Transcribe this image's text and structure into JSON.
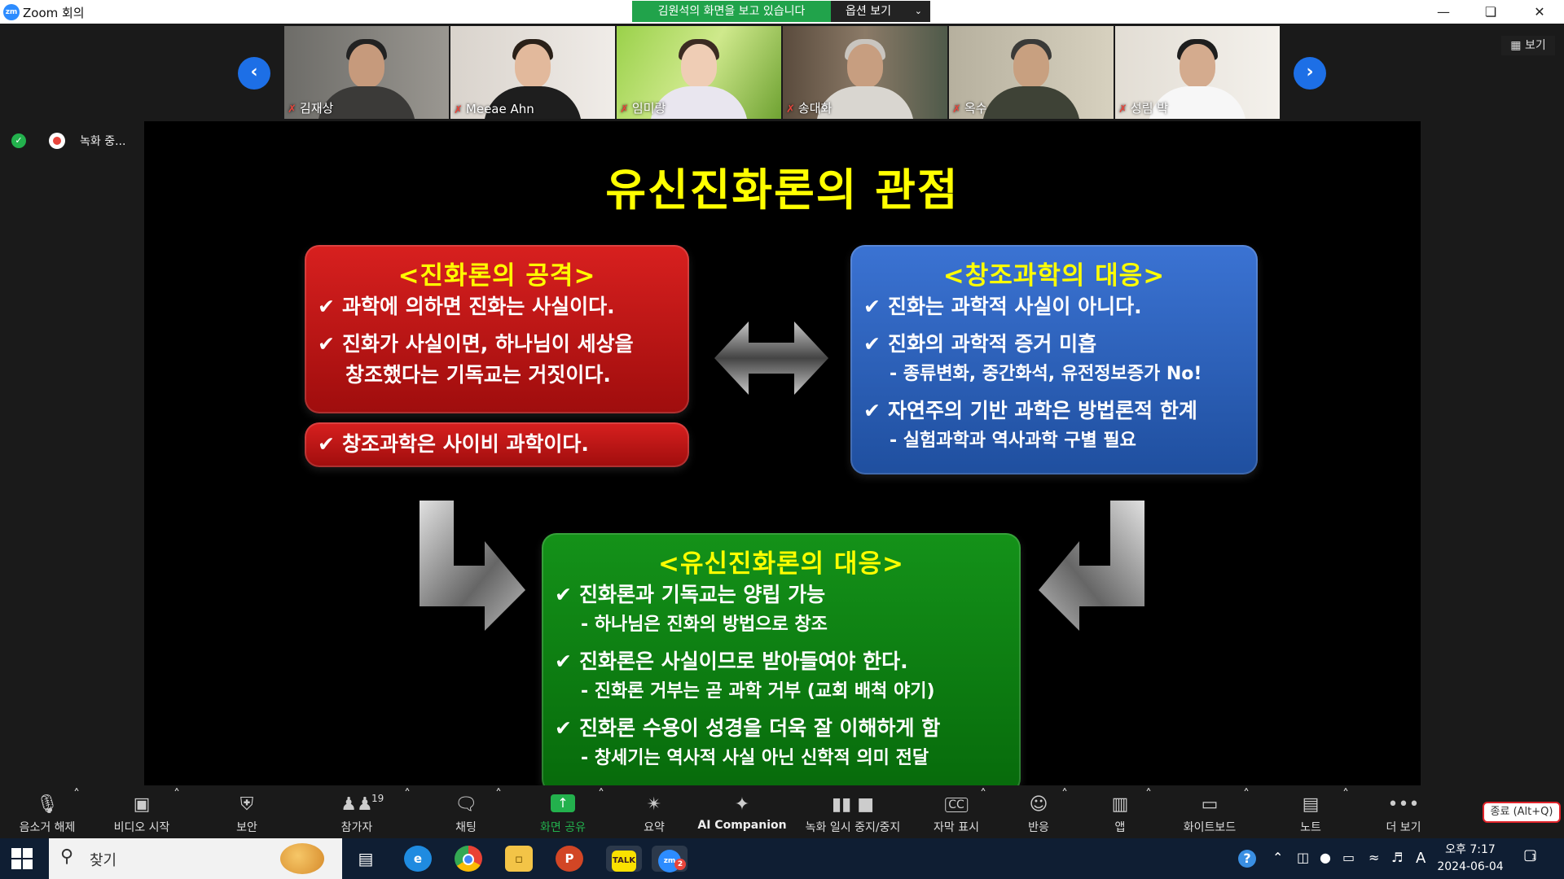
{
  "window": {
    "title": "Zoom 회의",
    "share_banner": "김원석의 화면을 보고 있습니다",
    "view_options": "옵션 보기"
  },
  "gallery": {
    "view_label": "보기",
    "participants": [
      {
        "name": "김재상"
      },
      {
        "name": "Meeae Ahn"
      },
      {
        "name": "임미랑"
      },
      {
        "name": "송대화"
      },
      {
        "name": "옥수"
      },
      {
        "name": "성림 박"
      }
    ]
  },
  "recording": {
    "status": "녹화 중..."
  },
  "slide": {
    "title": "유신진화론의 관점",
    "attack": {
      "heading": "<진화론의 공격>",
      "items": [
        "과학에 의하면 진화는 사실이다.",
        "진화가 사실이면, 하나님이 세상을",
        "창조했다는 기독교는 거짓이다."
      ],
      "extra": "창조과학은 사이비 과학이다."
    },
    "creation": {
      "heading": "<창조과학의 대응>",
      "item1": "진화는 과학적 사실이 아니다.",
      "item2": "진화의 과학적 증거 미흡",
      "item2_sub": "- 종류변화, 중간화석, 유전정보증가 No!",
      "item3": "자연주의 기반 과학은 방법론적 한계",
      "item3_sub": "- 실험과학과 역사과학 구별 필요"
    },
    "theistic": {
      "heading": "<유신진화론의 대응>",
      "item1": "진화론과 기독교는 양립 가능",
      "item1_sub": "- 하나님은 진화의 방법으로 창조",
      "item2": "진화론은 사실이므로 받아들여야 한다.",
      "item2_sub": "- 진화론 거부는 곧 과학 거부 (교회 배척 야기)",
      "item3": "진화론 수용이 성경을 더욱 잘 이해하게 함",
      "item3_sub": "- 창세기는 역사적 사실 아닌 신학적 의미 전달"
    }
  },
  "toolbar": {
    "unmute": "음소거 해제",
    "video": "비디오 시작",
    "security": "보안",
    "participants": "참가자",
    "participant_count": "19",
    "chat": "채팅",
    "share": "화면 공유",
    "summary": "요약",
    "ai": "AI Companion",
    "pause_record": "녹화 일시 중지/중지",
    "captions": "자막 표시",
    "reactions": "반응",
    "apps": "앱",
    "whiteboard": "화이트보드",
    "notes": "노트",
    "more": "더 보기",
    "end": "종료 (Alt+Q)"
  },
  "taskbar": {
    "search_placeholder": "찾기",
    "time": "오후 7:17",
    "date": "2024-06-04",
    "ime": "A",
    "notif_count": "1",
    "zoom_badge": "2"
  },
  "colors": {
    "slide_title": "#ffff00",
    "attack_box": "#c41717",
    "creation_box": "#2f61bd",
    "theistic_box": "#0f8014",
    "share_green": "#21a34b",
    "end_red": "#e0242b"
  }
}
